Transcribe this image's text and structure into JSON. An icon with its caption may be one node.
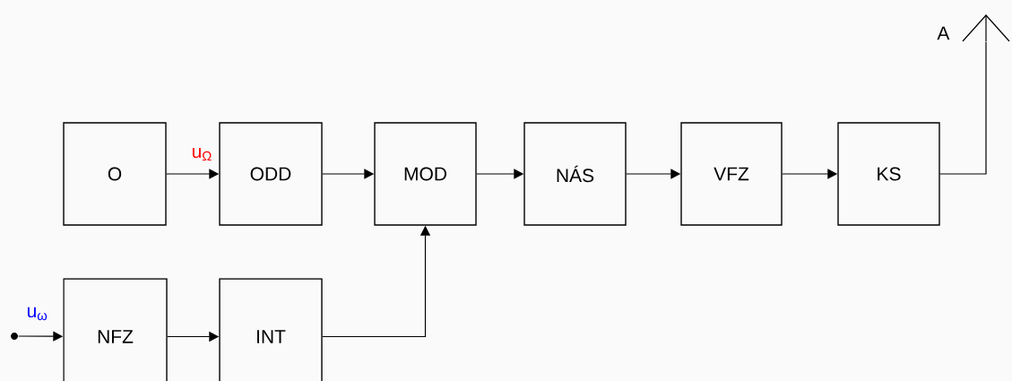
{
  "diagram": {
    "nodes": [
      {
        "text": [
          "O"
        ]
      },
      {
        "text": [
          "ODD"
        ]
      },
      {
        "text": [
          "MOD"
        ]
      },
      {
        "text": [
          "NÁS"
        ]
      },
      {
        "text": [
          "VFZ"
        ]
      },
      {
        "text": [
          "KS"
        ]
      },
      {
        "text": [],
        "shape": "antenna",
        "beside": [
          "A"
        ]
      },
      {
        "text": [],
        "shape": "circle"
      },
      {
        "text": [
          "NFZ"
        ]
      },
      {
        "text": [
          "INT"
        ]
      }
    ],
    "edges": [
      {
        "from": 0,
        "to": 1,
        "arrow": "to",
        "label": "u$_{Ω}$"
      },
      {
        "from": 1,
        "to": 2,
        "arrow": "to"
      },
      {
        "from": 2,
        "to": 3,
        "arrow": "to"
      },
      {
        "from": 3,
        "to": 4,
        "arrow": "to"
      },
      {
        "from": 4,
        "to": 5,
        "arrow": "to"
      },
      {
        "from": 5,
        "to": 6,
        "arrow": "none"
      },
      {
        "from": 7,
        "to": 8,
        "arrow": "to",
        "label": "u$_{ω}$"
      },
      {
        "from": 8,
        "to": 9,
        "arrow": "to"
      },
      {
        "from": 9,
        "to": 2,
        "arrow": "to"
      }
    ]
  }
}
